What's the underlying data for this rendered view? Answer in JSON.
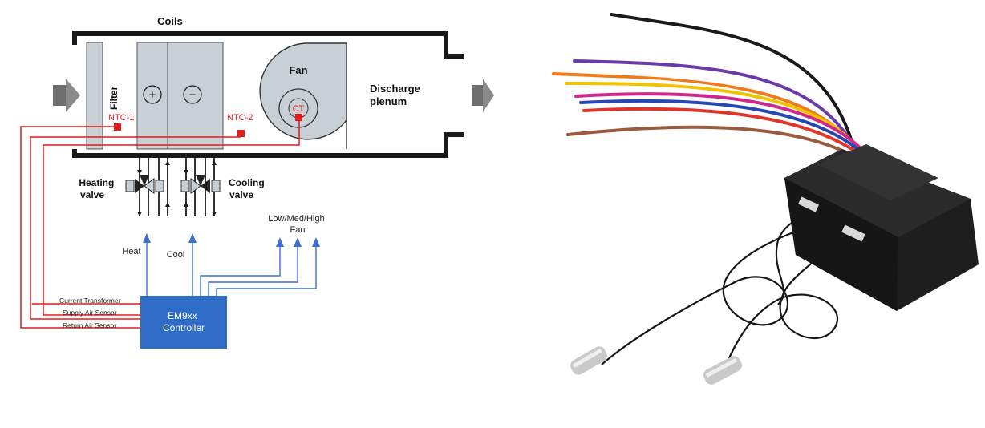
{
  "diagram": {
    "coils_label": "Coils",
    "filter_label": "Filter",
    "fan_label": "Fan",
    "discharge_label_line1": "Discharge",
    "discharge_label_line2": "plenum",
    "heating_coil_symbol": "+",
    "cooling_coil_symbol": "−",
    "ntc1_label": "NTC-1",
    "ntc2_label": "NTC-2",
    "ct_label": "CT",
    "heating_valve_line1": "Heating",
    "heating_valve_line2": "valve",
    "cooling_valve_line1": "Cooling",
    "cooling_valve_line2": "valve",
    "heat_label": "Heat",
    "cool_label": "Cool",
    "fan_speed_line1": "Low/Med/High",
    "fan_speed_line2": "Fan",
    "current_transformer_label": "Current Transformer",
    "supply_air_sensor_label": "Supply Air Sensor",
    "return_air_sensor_label": "Return Air Sensor",
    "controller_line1": "EM9xx",
    "controller_line2": "Controller",
    "colors": {
      "duct": "#1a1a1a",
      "coil_fill": "#c8d0d6",
      "sensor_wire": "#e21b1b",
      "control_wire": "#3b6fd4",
      "controller": "#2f6cc7",
      "arrow": "#8a8a8a"
    }
  },
  "photo": {
    "wire_colors": [
      "#1a1a1a",
      "#6a3aa8",
      "#f2c300",
      "#ffffff",
      "#f07b1a",
      "#d0288a",
      "#2747b5",
      "#9c5a3c",
      "#e0352a"
    ]
  }
}
